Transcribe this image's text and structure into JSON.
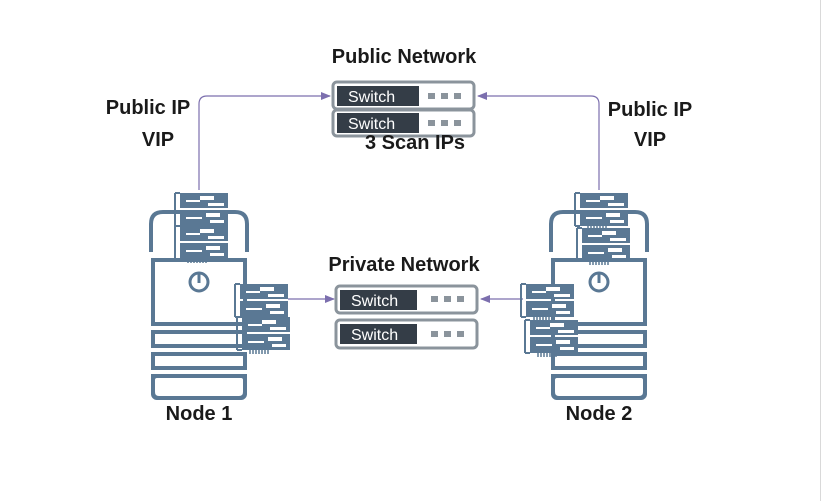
{
  "labels": {
    "public_network": "Public Network",
    "private_network": "Private Network",
    "scan_ips": "3 Scan IPs",
    "left_public_ip": "Public IP",
    "left_vip": "VIP",
    "right_public_ip": "Public IP",
    "right_vip": "VIP",
    "node1": "Node 1",
    "node2": "Node 2"
  },
  "switches": {
    "public_1": "Switch",
    "public_2": "Switch",
    "private_1": "Switch",
    "private_2": "Switch"
  },
  "colors": {
    "device": "#5a7894",
    "switch_dark": "#343d47",
    "arrow": "#7c6fae"
  },
  "icons": [
    "server-icon",
    "network-card-icon",
    "power-icon",
    "switch-icon",
    "arrow-icon"
  ]
}
